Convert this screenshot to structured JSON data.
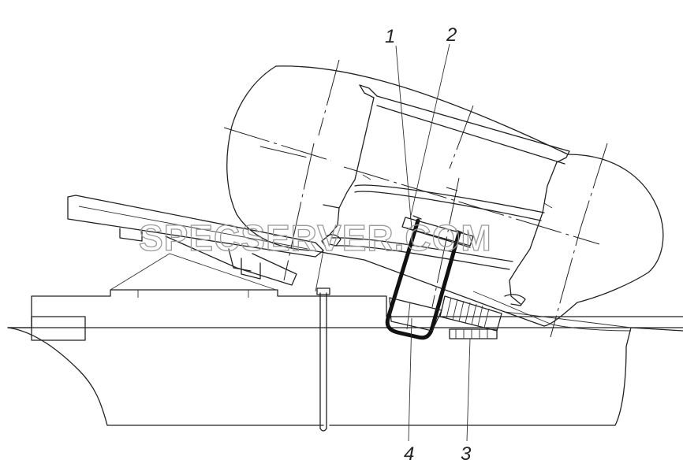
{
  "watermark": "SPECSERVER.COM",
  "callouts": [
    {
      "id": "1",
      "label": "1"
    },
    {
      "id": "2",
      "label": "2"
    },
    {
      "id": "3",
      "label": "3"
    },
    {
      "id": "4",
      "label": "4"
    }
  ]
}
